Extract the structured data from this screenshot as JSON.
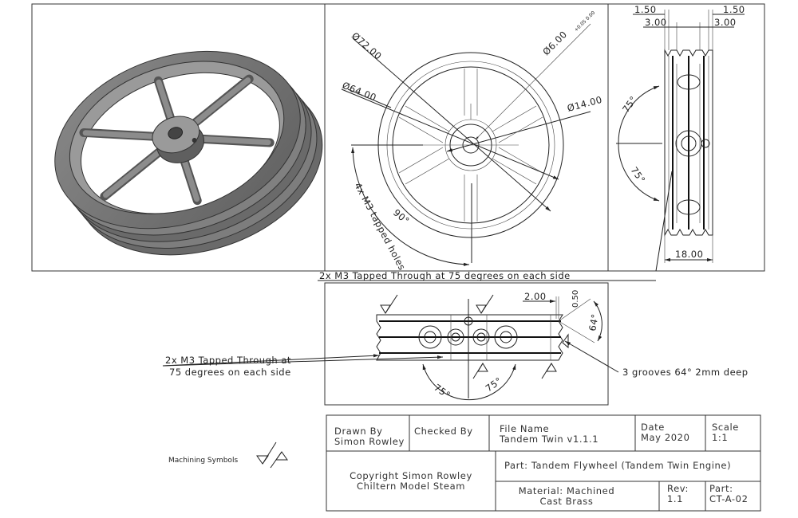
{
  "front_view": {
    "dia_outer": "Ø72.00",
    "dia_inner": "Ø64.00",
    "dia_bore": "Ø6.00",
    "bore_tol": "+0.05 0.00",
    "dia_hub": "Ø14.00",
    "angle": "90°",
    "holes_note": "4x M3 tapped holes"
  },
  "side_view": {
    "dim_left_1": "1.50",
    "dim_right_1": "1.50",
    "dim_left_2": "3.00",
    "dim_right_2": "3.00",
    "angle_top": "75°",
    "angle_bottom": "75°",
    "width": "18.00"
  },
  "notes": {
    "tapped_through_long": "2x M3 Tapped Through at 75 degrees on each side",
    "tapped_through_line1": "2x M3 Tapped Through at",
    "tapped_through_line2": "75 degrees on each side",
    "grooves": "3 grooves 64° 2mm deep",
    "machining_symbols": "Machining Symbols"
  },
  "bottom_view": {
    "dim_depth": "2.00",
    "dim_flat": "0.50",
    "groove_angle": "64°",
    "angle_left": "75°",
    "angle_right": "75°"
  },
  "title_block": {
    "drawn_by_label": "Drawn By",
    "drawn_by": "Simon Rowley",
    "checked_by_label": "Checked By",
    "file_name_label": "File Name",
    "file_name": "Tandem Twin v1.1.1",
    "date_label": "Date",
    "date": "May 2020",
    "scale_label": "Scale",
    "scale": "1:1",
    "copyright_line1": "Copyright Simon Rowley",
    "copyright_line2": "Chiltern Model Steam",
    "part_title": "Part: Tandem Flywheel (Tandem Twin Engine)",
    "material_line1": "Material: Machined",
    "material_line2": "Cast Brass",
    "rev_label": "Rev:",
    "rev": "1.1",
    "part_no_label": "Part:",
    "part_no": "CT-A-02"
  }
}
